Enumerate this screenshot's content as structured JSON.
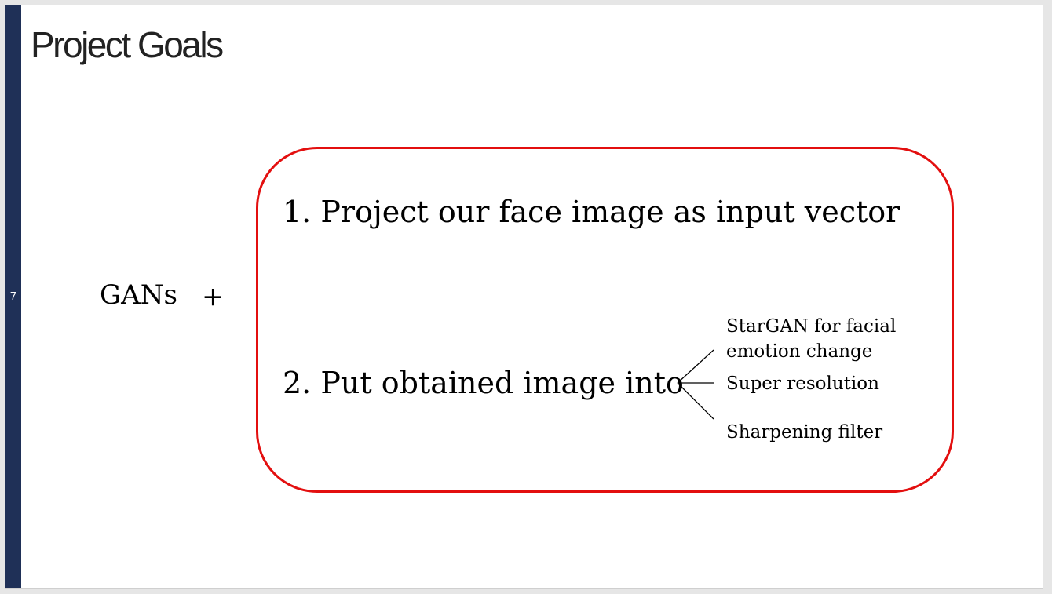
{
  "slide": {
    "number": "7",
    "title": "Project Goals",
    "left_term": "GANs",
    "operator": "+",
    "goals": [
      "1. Project our face image as input vector",
      "2. Put obtained image into"
    ],
    "options": [
      "StarGAN for facial emotion change",
      "Super resolution",
      "Sharpening filter"
    ]
  },
  "colors": {
    "side_bar": "#1f3057",
    "box_border": "#e30f0f",
    "title_rule": "#2f4b6e"
  }
}
